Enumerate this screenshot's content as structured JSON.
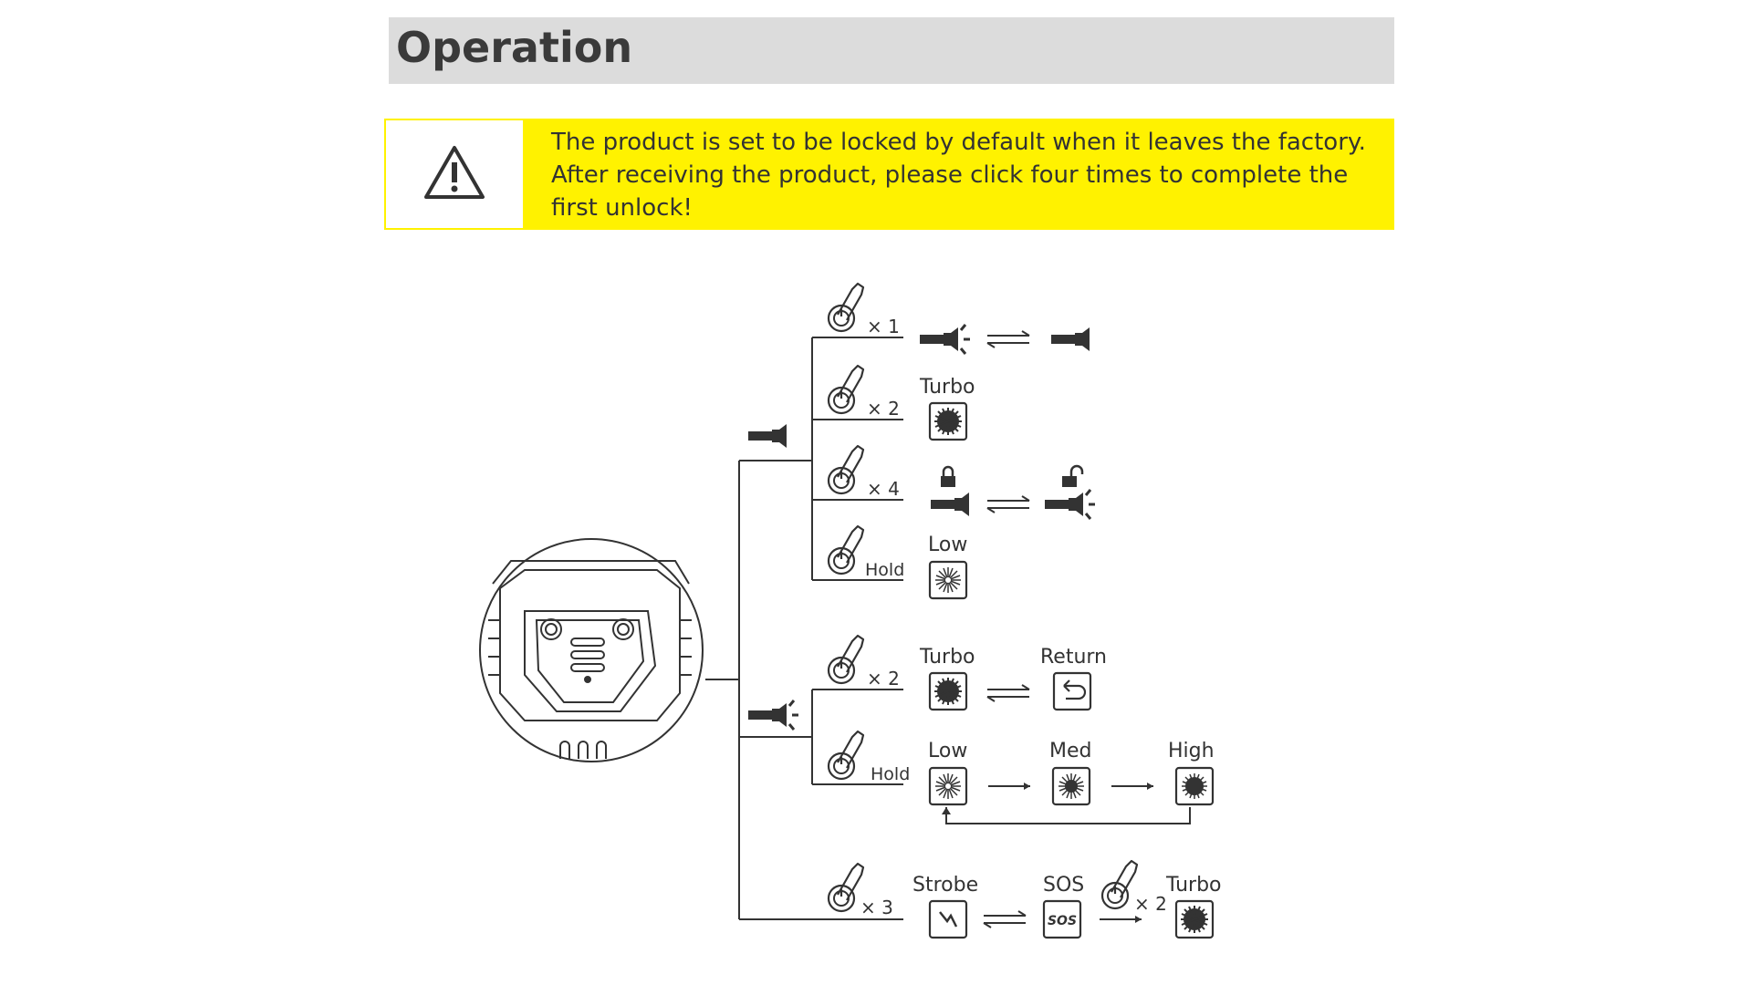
{
  "header": {
    "title": "Operation"
  },
  "warning": {
    "icon": "warning-triangle-icon",
    "lines": [
      "The product is set to be locked by default when it leaves the factory.",
      "After receiving the product, please click four times to complete the",
      "first unlock!"
    ]
  },
  "diagram": {
    "off_branch": {
      "icon": "flashlight-off-icon",
      "rows": [
        {
          "press": "× 1",
          "press_icon": "button-press-icon",
          "result": "flashlight-on-off-toggle"
        },
        {
          "press": "× 2",
          "press_icon": "button-press-icon",
          "mode": "Turbo",
          "mode_icon": "turbo-mode-icon"
        },
        {
          "press": "× 4",
          "press_icon": "button-press-icon",
          "result": "lock-unlock-toggle"
        },
        {
          "press": "Hold",
          "press_icon": "button-press-icon",
          "mode": "Low",
          "mode_icon": "low-mode-icon"
        }
      ]
    },
    "on_branch": {
      "icon": "flashlight-on-icon",
      "rows": [
        {
          "press": "× 2",
          "press_icon": "button-press-icon",
          "modes": [
            "Turbo",
            "Return"
          ]
        },
        {
          "press": "Hold",
          "press_icon": "button-press-icon",
          "modes": [
            "Low",
            "Med",
            "High"
          ]
        }
      ]
    },
    "special_branch": {
      "press": "× 3",
      "press_icon": "button-press-icon",
      "modes": [
        "Strobe",
        "SOS",
        "Turbo"
      ],
      "sos_press": "× 2",
      "sos_badge": "SOS"
    },
    "product_icon": "headlamp-closeup-icon"
  },
  "colors": {
    "accent": "#fff200",
    "header_bg": "#dcdcdc",
    "ink": "#333333"
  }
}
